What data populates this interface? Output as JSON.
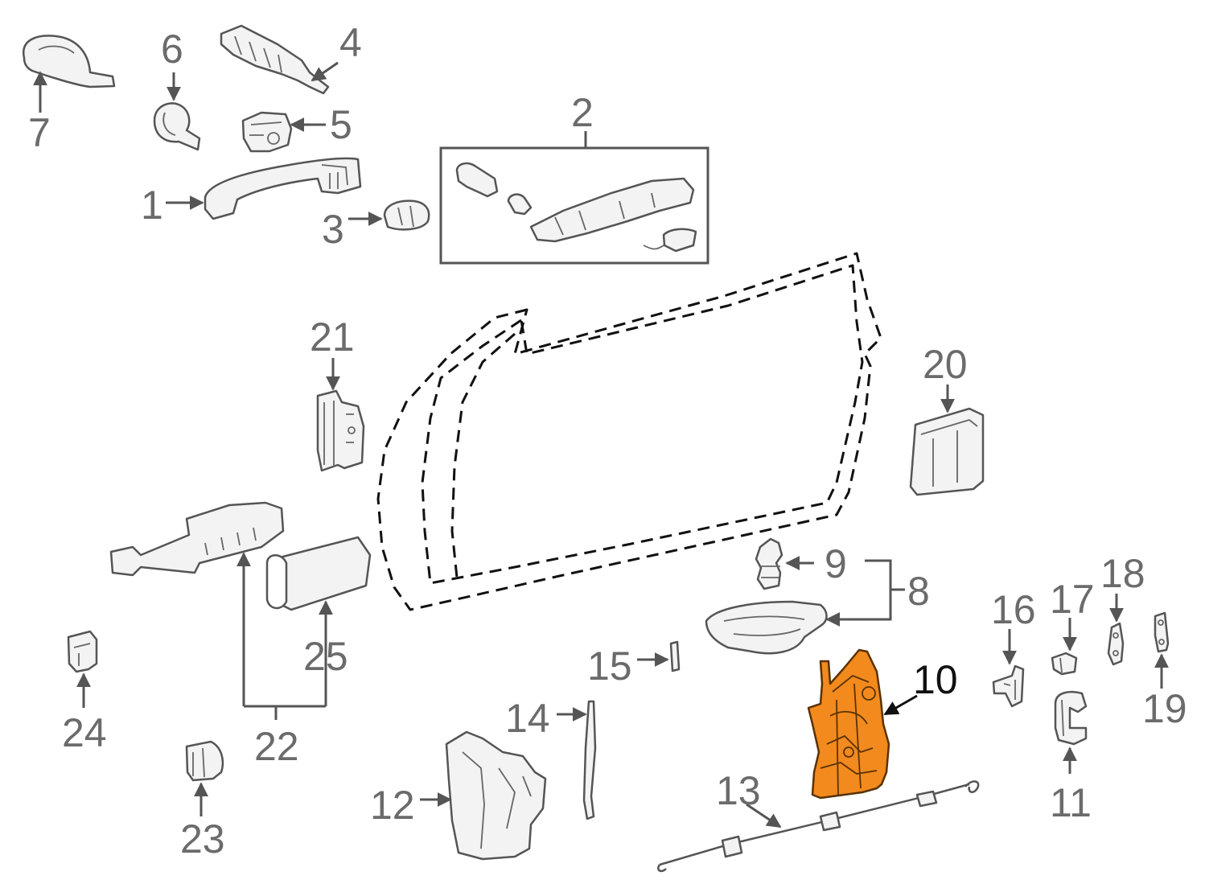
{
  "diagram": {
    "callouts": {
      "c1": "1",
      "c2": "2",
      "c3": "3",
      "c4": "4",
      "c5": "5",
      "c6": "6",
      "c7": "7",
      "c8": "8",
      "c9": "9",
      "c10": "10",
      "c11": "11",
      "c12": "12",
      "c13": "13",
      "c14": "14",
      "c15": "15",
      "c16": "16",
      "c17": "17",
      "c18": "18",
      "c19": "19",
      "c20": "20",
      "c21": "21",
      "c22": "22",
      "c23": "23",
      "c24": "24",
      "c25": "25"
    },
    "highlighted_part": "10",
    "colors": {
      "highlight": "#f28a1e",
      "callout_text": "#6b6b6b",
      "highlight_callout_text": "#111111",
      "line": "#555555"
    }
  }
}
